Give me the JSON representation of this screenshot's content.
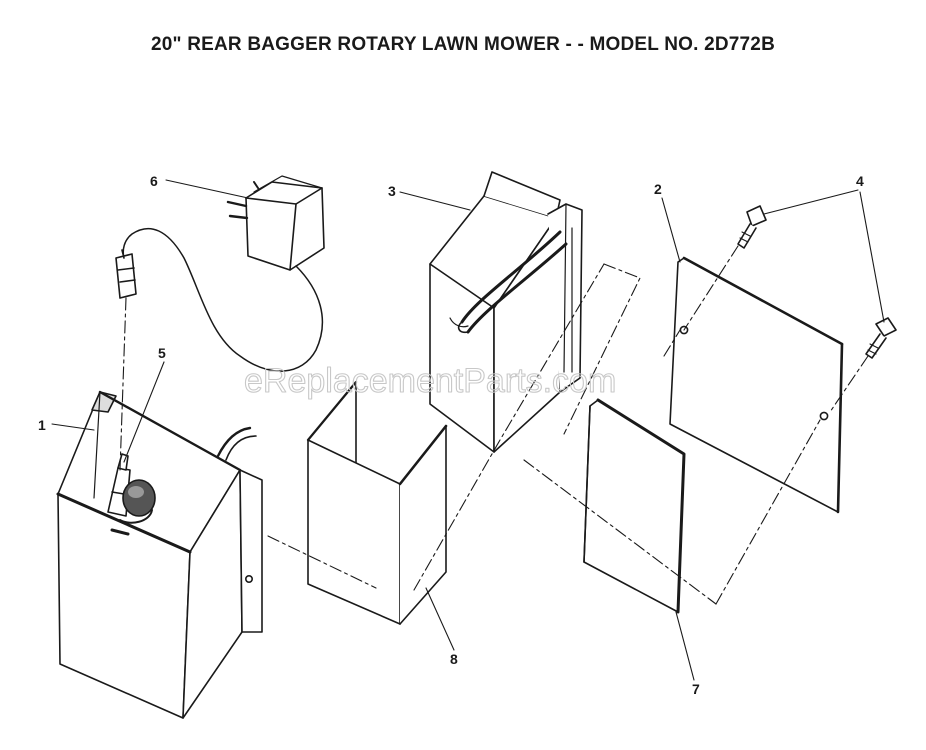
{
  "title": "20\" REAR BAGGER ROTARY LAWN MOWER - - MODEL NO. 2D772B",
  "watermark": "eReplacementParts.com",
  "callouts": {
    "c1": "1",
    "c2": "2",
    "c3": "3",
    "c4": "4",
    "c5": "5",
    "c6": "6",
    "c7": "7",
    "c8": "8"
  }
}
